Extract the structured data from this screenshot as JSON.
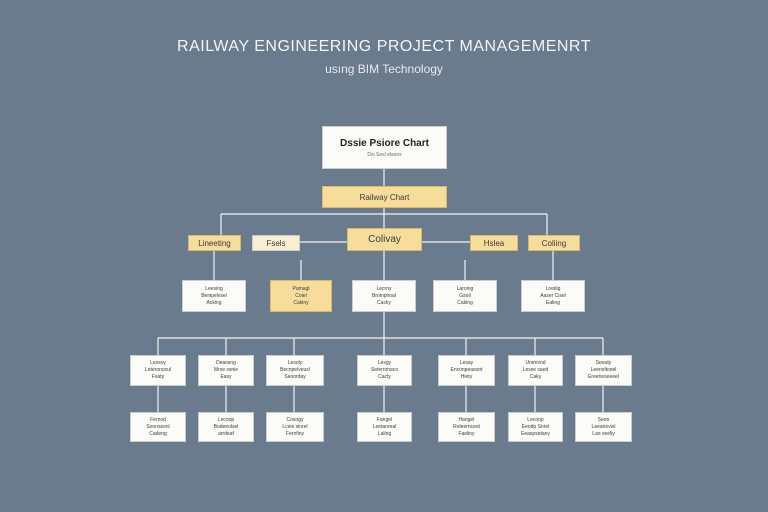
{
  "header": {
    "title": "RAILWAY ENGINEERING PROJECT MANAGEMENRT",
    "subtitle": "usıng BIM Technology"
  },
  "top_box": {
    "title": "Dssie Psiore Chart",
    "sub": "Dsi Sesl elsoes"
  },
  "railway_chart": "Railway Chart",
  "level2": {
    "left1": "Lineeting",
    "left2": "Fsels",
    "center": "Colivay",
    "right1": "Hslea",
    "right2": "Coliing"
  },
  "level3": [
    [
      "Leesing",
      "Benipelvsel",
      "Acking"
    ],
    [
      "Pamagl",
      "Coiel",
      "Cakiny"
    ],
    [
      "Lecrny",
      "Broinpiroal",
      "Cacky"
    ],
    [
      "Laroing",
      "Gsoil",
      "Caking"
    ],
    [
      "Lreslig",
      "Aaser Cisel",
      "Ealing"
    ]
  ],
  "level4a": [
    [
      "Lessoy",
      "Leteronocul",
      "Fsaty"
    ],
    [
      "Deassng",
      "Mrse ssnie",
      "Easy"
    ],
    [
      "Lesoly",
      "Becnpelveusl",
      "Seoorday"
    ],
    [
      "Lesgy",
      "Seterronaco",
      "Cacty"
    ],
    [
      "Lesay",
      "Enconpeasoot",
      "Hiety"
    ],
    [
      "Unenvod",
      "Lesse saed",
      "Caky"
    ],
    [
      "Seeuty",
      "Leenoltooel",
      "Ereeneseeeel"
    ]
  ],
  "level4b": [
    [
      "Fernod",
      "Soonsesnl",
      "Cadeng"
    ],
    [
      "Lecoop",
      "Bodeeolsel",
      "arrdeaf"
    ],
    [
      "Cosogy",
      "Lceie sinrel",
      "Fernfiny"
    ],
    [
      "Fangel",
      "Leetaoreal",
      "Laling"
    ],
    [
      "Hanget",
      "Releerncest",
      "Faeliny"
    ],
    [
      "Lecoop",
      "Eeodp Snrel",
      "Eeaspsetany"
    ],
    [
      "Seoo",
      "Leeanovisl",
      "Lao seeliy"
    ]
  ],
  "colors": {
    "background": "#6b7b8e",
    "highlight": "#f7dd9c",
    "box": "#fbfbf8",
    "line": "#f2f2f2"
  }
}
